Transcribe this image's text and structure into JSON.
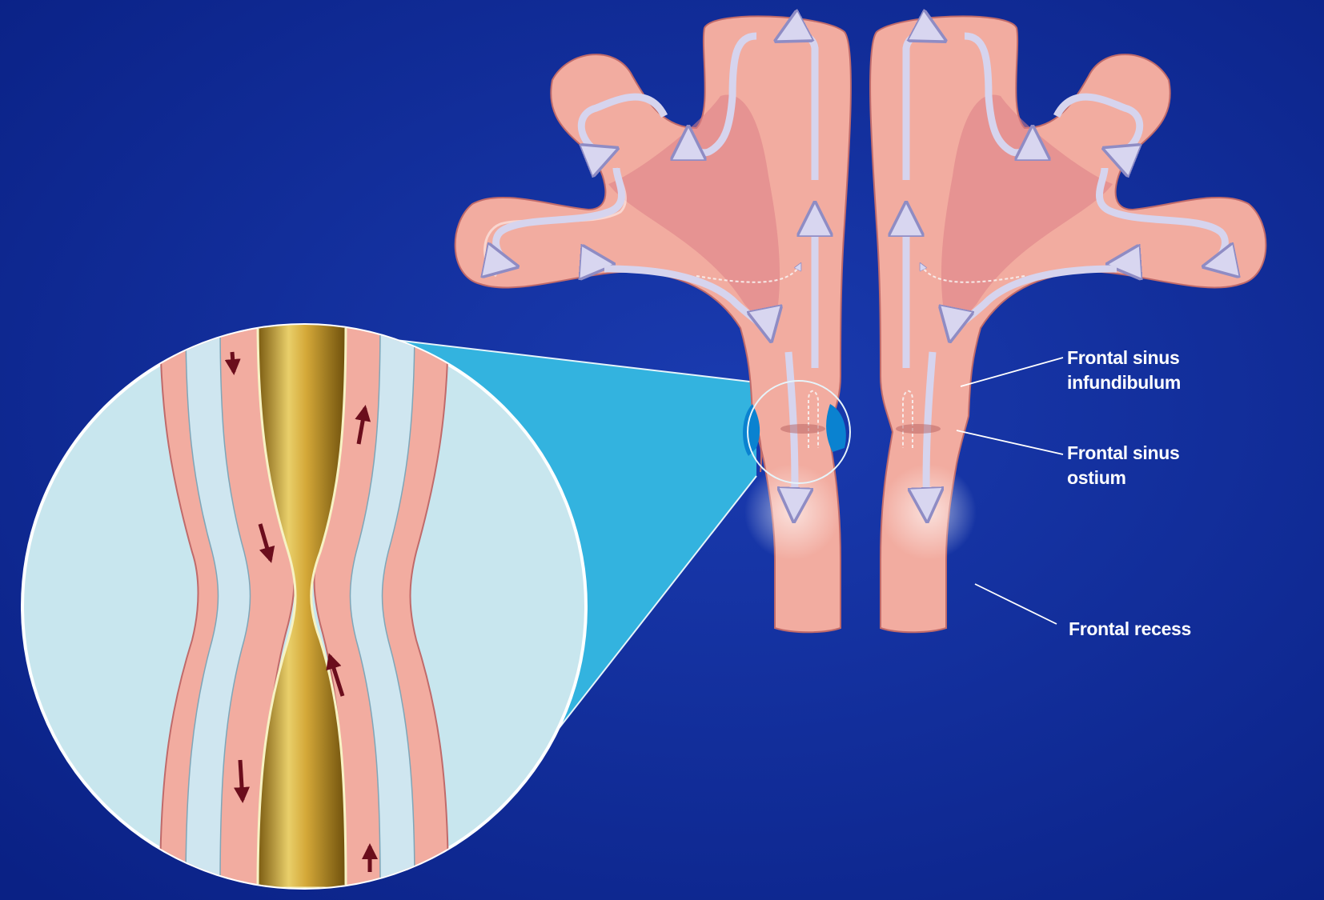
{
  "colors": {
    "background": "#0d2a9a",
    "tissue": "#f2aca0",
    "tissue_dark": "#dc7f86",
    "mucus_flow": "#d6d4ee",
    "cilia_cells": "#cfe6f0",
    "air_lumen": "#c79a25",
    "magnifier_fill": "#c8e6ee",
    "magnifier_cone": "#33b3df"
  },
  "labels": {
    "infundibulum": [
      "Frontal sinus",
      "infundibulum"
    ],
    "ostium": [
      "Frontal sinus",
      "ostium"
    ],
    "recess": [
      "Frontal recess"
    ]
  }
}
